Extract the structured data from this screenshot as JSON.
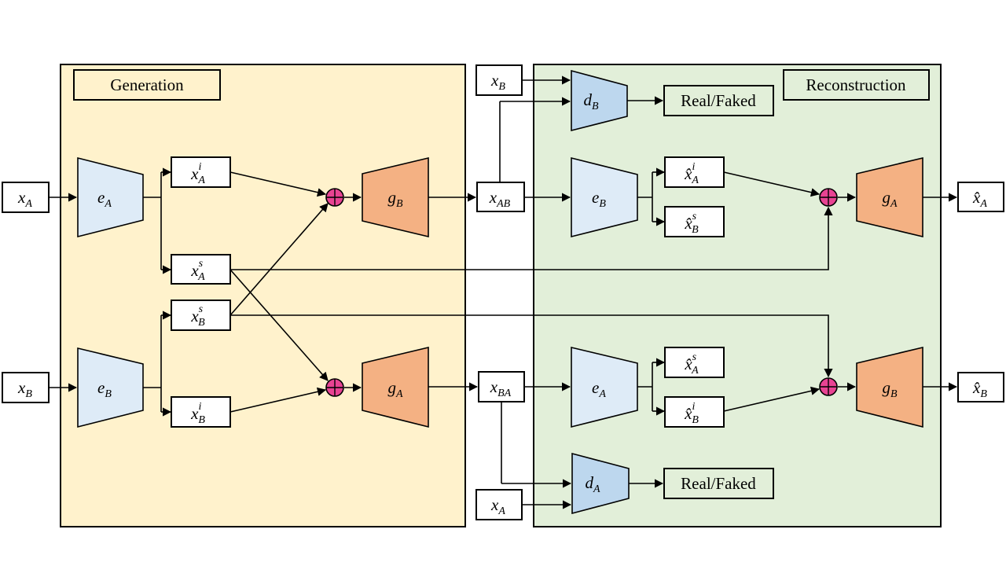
{
  "colors": {
    "generation_bg": "#fff2cc",
    "reconstruction_bg": "#e2efd9",
    "encoder": "#deebf7",
    "discriminator": "#bdd7ee",
    "generator": "#f4b183",
    "sum_node": "#e84393"
  },
  "panels": {
    "generation_title": "Generation",
    "reconstruction_title": "Reconstruction"
  },
  "labels": {
    "real_faked_top": "Real/Faked",
    "real_faked_bottom": "Real/Faked"
  },
  "math": {
    "x_A": {
      "base": "x",
      "sub": "A"
    },
    "x_B": {
      "base": "x",
      "sub": "B"
    },
    "e_A": {
      "base": "e",
      "sub": "A"
    },
    "e_B": {
      "base": "e",
      "sub": "B"
    },
    "g_A": {
      "base": "g",
      "sub": "A"
    },
    "g_B": {
      "base": "g",
      "sub": "B"
    },
    "d_A": {
      "base": "d",
      "sub": "A"
    },
    "d_B": {
      "base": "d",
      "sub": "B"
    },
    "x_AB": {
      "base": "x",
      "sub": "AB"
    },
    "x_BA": {
      "base": "x",
      "sub": "BA"
    },
    "x_A_i": {
      "base": "x",
      "sub": "A",
      "sup": "i"
    },
    "x_A_s": {
      "base": "x",
      "sub": "A",
      "sup": "s"
    },
    "x_B_s": {
      "base": "x",
      "sub": "B",
      "sup": "s"
    },
    "x_B_i": {
      "base": "x",
      "sub": "B",
      "sup": "i"
    },
    "xhat_A_i": {
      "base": "x̂",
      "sub": "A",
      "sup": "i"
    },
    "xhat_B_s": {
      "base": "x̂",
      "sub": "B",
      "sup": "s"
    },
    "xhat_A_s": {
      "base": "x̂",
      "sub": "A",
      "sup": "s"
    },
    "xhat_B_i": {
      "base": "x̂",
      "sub": "B",
      "sup": "i"
    },
    "xhat_A": {
      "base": "x̂",
      "sub": "A"
    },
    "xhat_B": {
      "base": "x̂",
      "sub": "B"
    }
  }
}
